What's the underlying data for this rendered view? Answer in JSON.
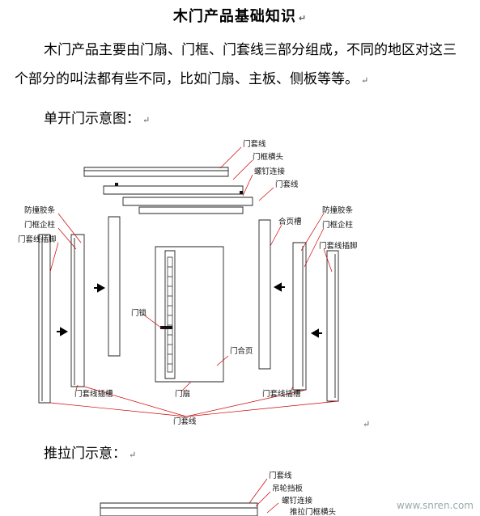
{
  "title": "木门产品基础知识",
  "paragraph": "木门产品主要由门扇、门框、门套线三部分组成，不同的地区对这三个部分的叫法都有些不同，比如门扇、主板、侧板等等。",
  "caption_single": "单开门示意图：",
  "caption_sliding": "推拉门示意：",
  "para_mark": "↵",
  "diagram1_labels": {
    "jamb_casing": "门套线",
    "head_jamb": "门框横头",
    "screw_joint": "螺钉连接",
    "jamb_casing_2": "门套线",
    "bumper_strip_l": "防撞胶条",
    "frame_post_l": "门框企柱",
    "casing_slot_foot_l": "门套线插脚",
    "hinge_slot": "合页槽",
    "bumper_strip_r": "防撞胶条",
    "frame_post_r": "门框企柱",
    "casing_slot_foot_r": "门套线插脚",
    "door_lock": "门锁",
    "door_hinge": "门合页",
    "door_leaf": "门扇",
    "casing_groove_l": "门套线插槽",
    "casing_groove_r": "门套线插槽",
    "jamb_casing_bottom": "门套线"
  },
  "diagram2_labels": {
    "jamb_casing": "门套线",
    "pulley_board": "吊轮挡板",
    "screw_joint": "螺钉连接",
    "sliding_head": "推拉门框横头"
  },
  "watermark": "www.snren.com"
}
